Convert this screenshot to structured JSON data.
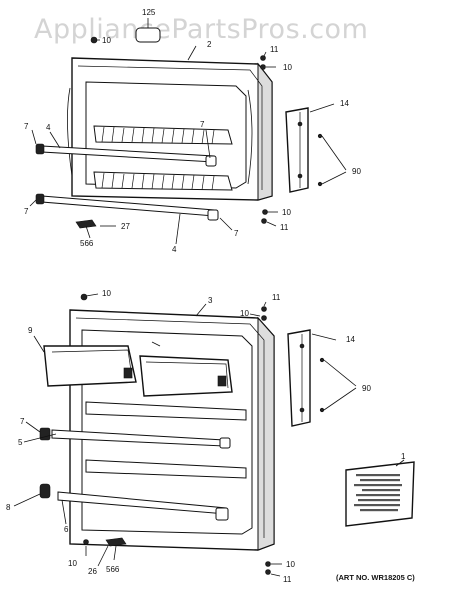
{
  "watermark": "AppliancePartsPros.com",
  "art_number": "(ART NO. WR18205 C)",
  "callouts": {
    "c125": "125",
    "c10a": "10",
    "c2": "2",
    "c11a": "11",
    "c10b": "10",
    "c14a": "14",
    "c7a": "7",
    "c4a": "4",
    "c7b": "7",
    "c90a": "90",
    "c7c": "7",
    "c566a": "566",
    "c27": "27",
    "c4b": "4",
    "c7d": "7",
    "c10c": "10",
    "c11b": "11",
    "c10d": "10",
    "c3": "3",
    "c11c": "11",
    "c10e": "10",
    "c14b": "14",
    "c9": "9",
    "c90b": "90",
    "c7e": "7",
    "c5": "5",
    "c1": "1",
    "c8": "8",
    "c6": "6",
    "c10f": "10",
    "c26": "26",
    "c566b": "566",
    "c10g": "10",
    "c11d": "11"
  }
}
